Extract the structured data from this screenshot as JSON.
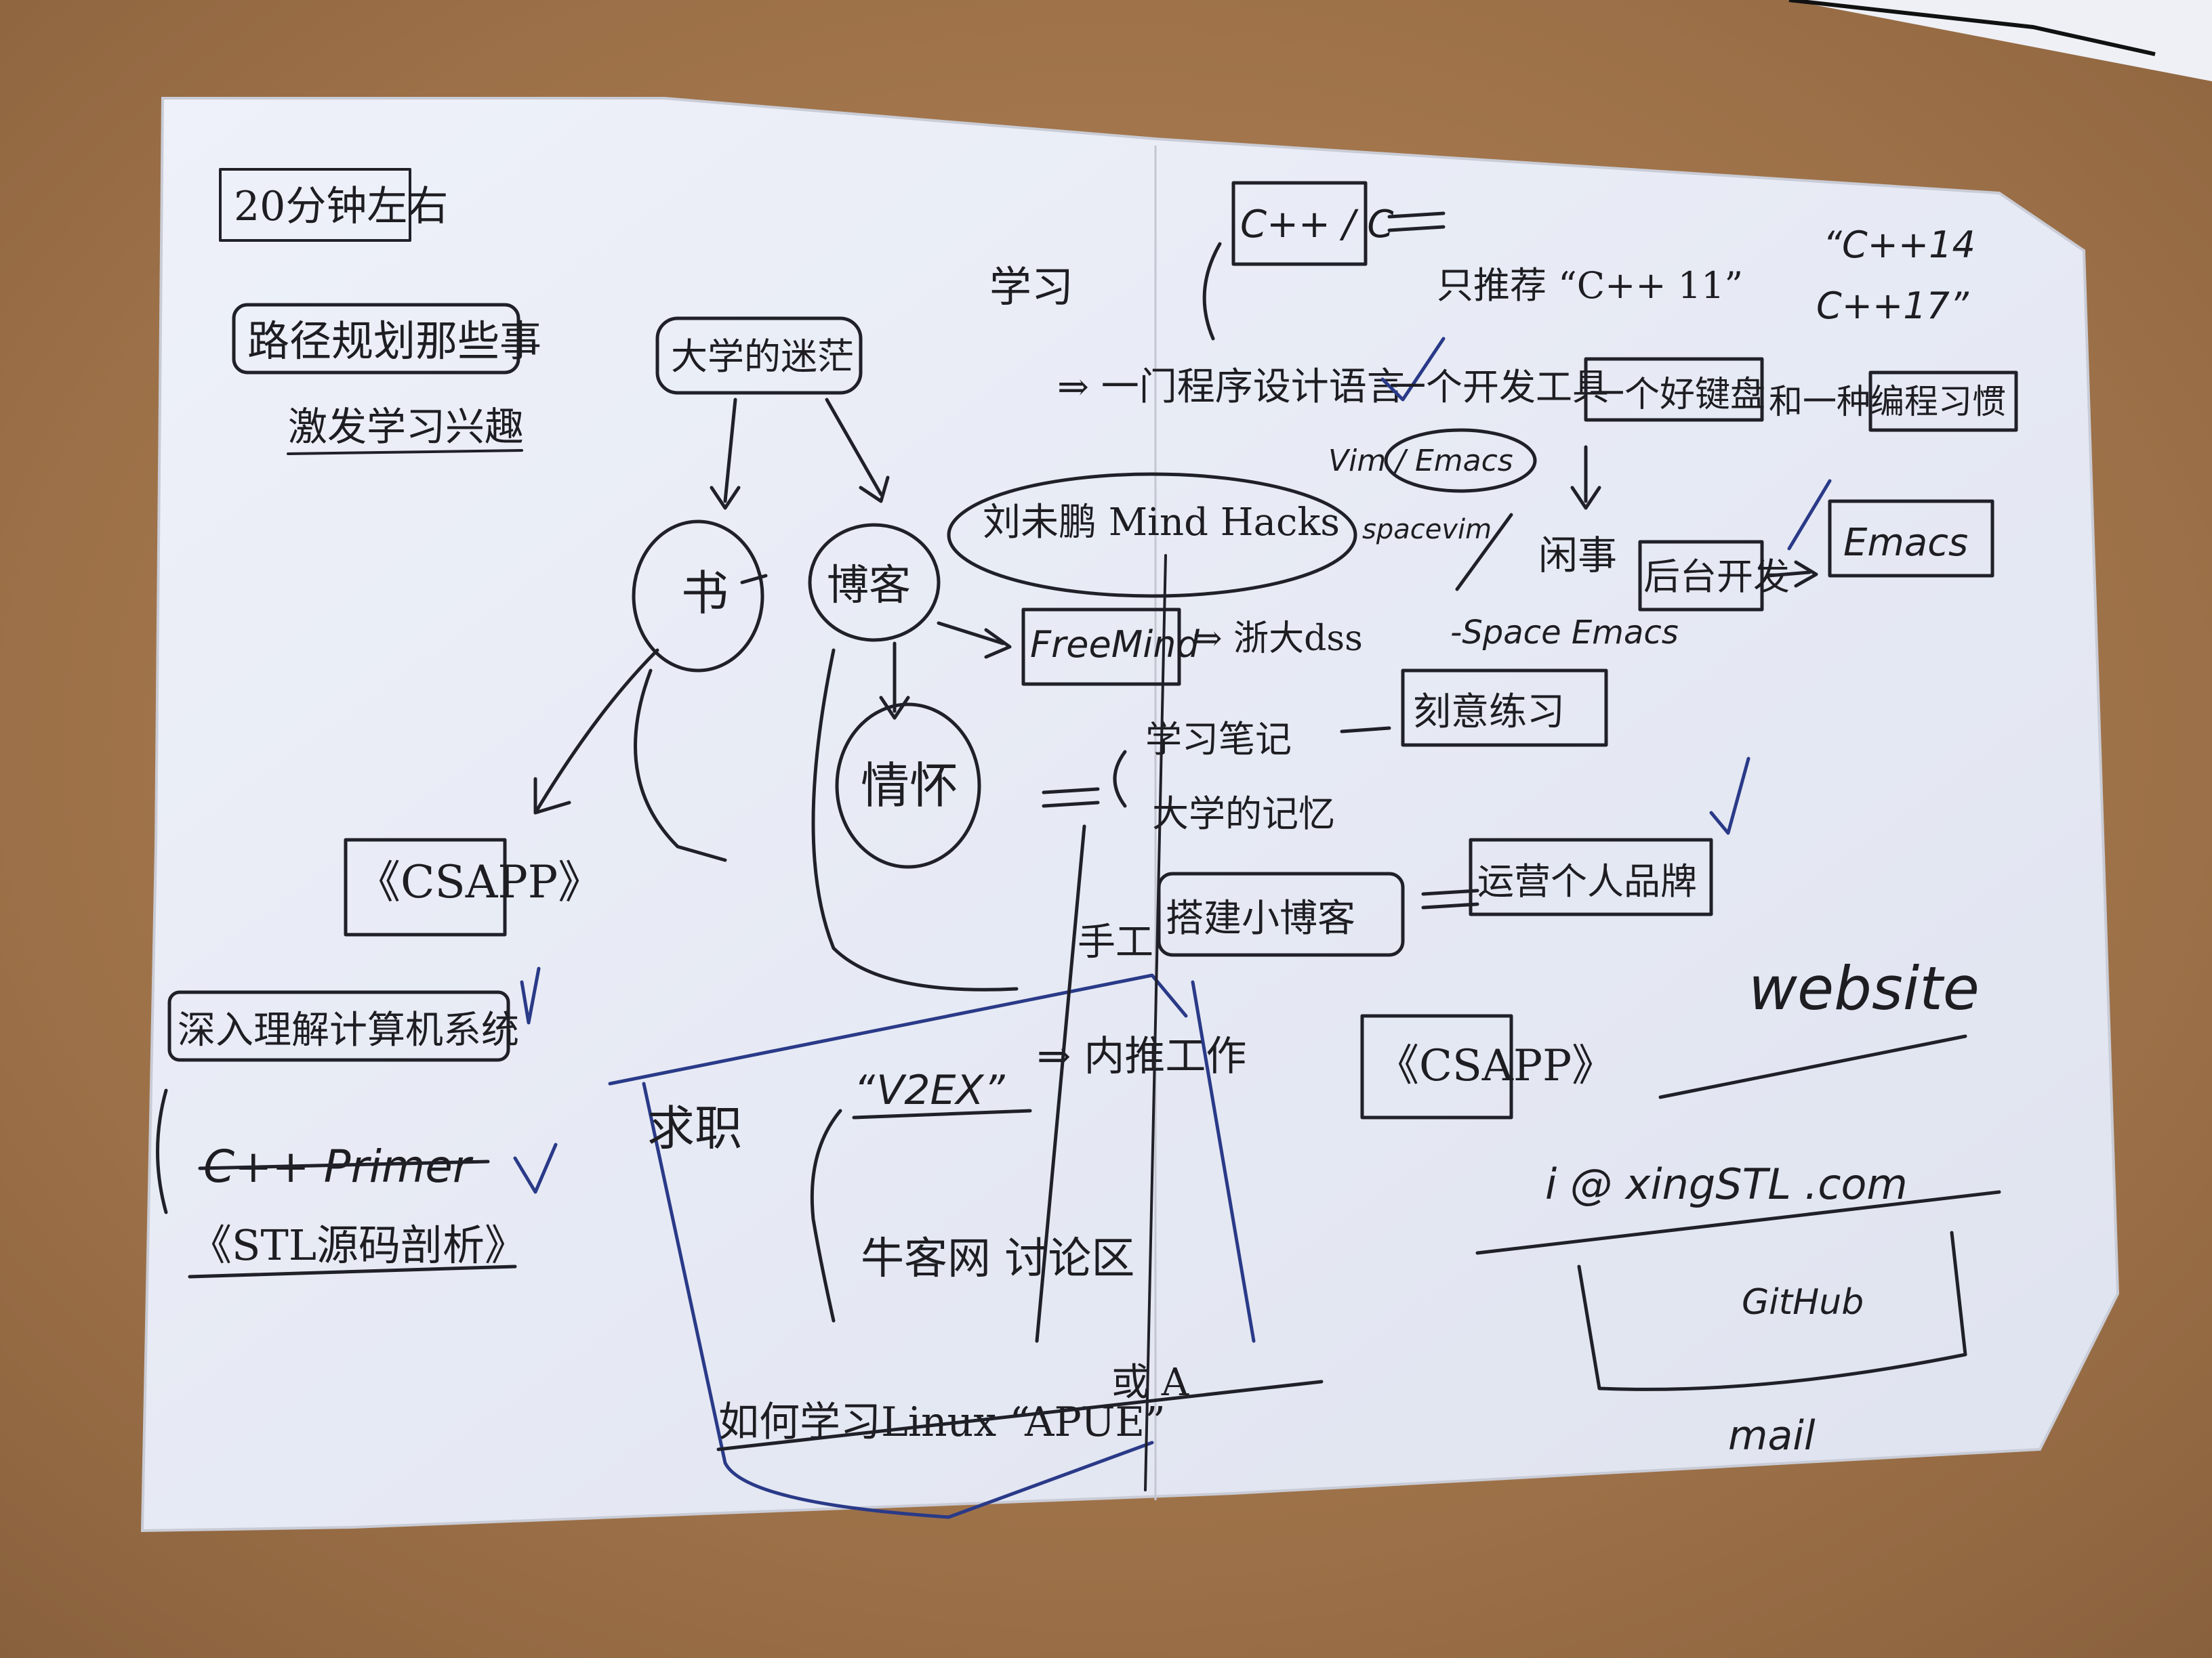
{
  "photo": {
    "subject": "",
    "colors": {
      "desk": "#a8794e",
      "paper": "#e9ecf6",
      "ink": "#1d1d22",
      "blue_ink": "#2b3b86"
    }
  },
  "left_page": {
    "time_note": "20分钟左右",
    "path_box": "路径规划那些事",
    "interest_note": "激发学习兴趣",
    "root_node": "大学的迷茫",
    "book_node": "书",
    "blog_node": "博客",
    "feelings_node": "情怀",
    "cs_book": "《CSAPP》",
    "cs_title": "深入理解计算机系统",
    "primer": "C++ Primer",
    "stl": "《STL源码剖析》",
    "seek_label": "求职",
    "v2ex": "“V2EX”",
    "find_job": "⇒ 内推工作",
    "nowcoder": "牛客网 讨论区",
    "apue_line": "如何学习Linux “APUE”",
    "apue_tail": "或 A"
  },
  "right_page": {
    "learn_label": "学习",
    "lang_box": "C++ / C",
    "recommend": "只推荐 “C++ 11”",
    "cpp14": "“C++14",
    "cpp17": "C++17”",
    "prog_lang": "⇒ 一门程序设计语言",
    "tool": "一个开发工具",
    "keyboard": "一个好键盘",
    "habit": "和一种编程习惯",
    "vim_emacs": "Vim / Emacs",
    "spacevim": "spacevim",
    "emacs_box": "Emacs",
    "spacemacs": "-Space Emacs",
    "lazy": "闲事",
    "backend": "后台开发",
    "blog_line": "刘未鹏 Mind Hacks",
    "freemind": "FreeMind",
    "freemind_tail": "⇒ 浙大dss",
    "notes": "学习笔记",
    "memory": "大学的记忆",
    "blog_record": "刻意练习",
    "manual": "手工",
    "build_feel": "搭建小博客",
    "operate": "运营个人品牌",
    "website": "website",
    "email": "i @ xingSTL .com",
    "github": "GitHub",
    "mail": "mail"
  }
}
